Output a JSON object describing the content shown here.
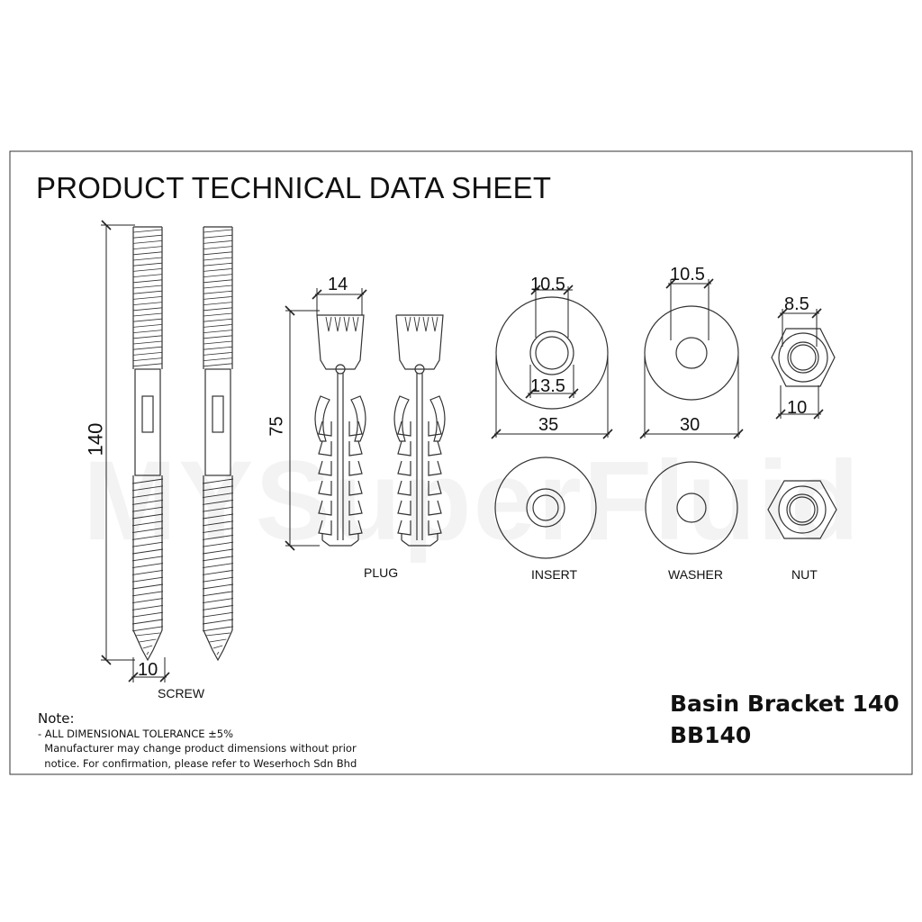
{
  "title": "PRODUCT TECHNICAL DATA SHEET",
  "watermark": "MYSuperFluid",
  "parts": {
    "screw": {
      "label": "SCREW",
      "length": "140",
      "diameter": "10"
    },
    "plug": {
      "label": "PLUG",
      "length": "75",
      "width": "14"
    },
    "insert": {
      "label": "INSERT",
      "inner": "10.5",
      "mid": "13.5",
      "outer": "35"
    },
    "washer": {
      "label": "WASHER",
      "inner": "10.5",
      "outer": "30"
    },
    "nut": {
      "label": "NUT",
      "inner": "8.5",
      "across": "10"
    }
  },
  "note": {
    "heading": "Note:",
    "lines": [
      "- ALL DIMENSIONAL TOLERANCE ±5%",
      "  Manufacturer may change product dimensions without prior",
      "  notice. For confirmation, please refer to Weserhoch Sdn Bhd"
    ]
  },
  "product": {
    "name": "Basin Bracket 140",
    "code": "BB140"
  }
}
